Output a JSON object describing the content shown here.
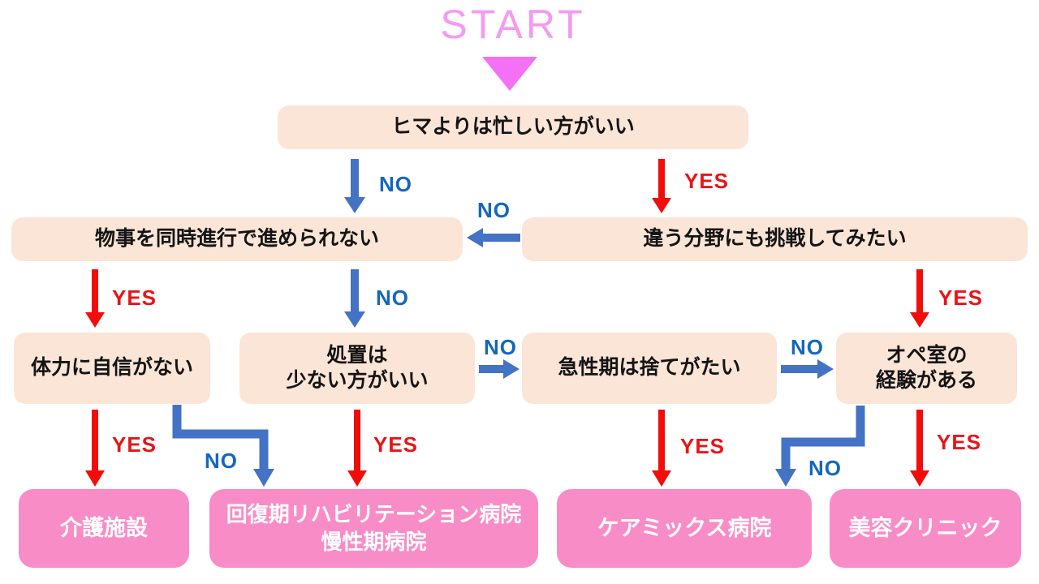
{
  "start": {
    "label": "START"
  },
  "questions": {
    "q1": {
      "label": "ヒマよりは忙しい方がいい"
    },
    "q2": {
      "label": "物事を同時進行で進められない"
    },
    "q3": {
      "label": "違う分野にも挑戦してみたい"
    },
    "q4": {
      "label": "体力に自信がない"
    },
    "q5": {
      "line1": "処置は",
      "line2": "少ない方がいい"
    },
    "q6": {
      "label": "急性期は捨てがたい"
    },
    "q7": {
      "line1": "オペ室の",
      "line2": "経験がある"
    }
  },
  "results": {
    "r1": {
      "label": "介護施設"
    },
    "r2": {
      "line1": "回復期リハビリテーション病院",
      "line2": "慢性期病院"
    },
    "r3": {
      "label": "ケアミックス病院"
    },
    "r4": {
      "label": "美容クリニック"
    }
  },
  "edges": {
    "q1_no": "NO",
    "q1_yes": "YES",
    "q3_no_to_q2": "NO",
    "q2_yes": "YES",
    "q2_no": "NO",
    "q3_yes": "YES",
    "q5_no": "NO",
    "q6_no": "NO",
    "q4_yes": "YES",
    "q4_no": "NO",
    "q5_yes": "YES",
    "q6_yes": "YES",
    "q7_no": "NO",
    "q7_yes": "YES"
  },
  "colors": {
    "question_box": "#FBE5D6",
    "result_box": "#F88CC6",
    "arrow_blue": "#4472C4",
    "arrow_red": "#F20D0D",
    "yes_text": "#E81417",
    "no_text": "#1467BE",
    "start_text": "#F49AF2",
    "start_triangle": "#F470F4"
  }
}
